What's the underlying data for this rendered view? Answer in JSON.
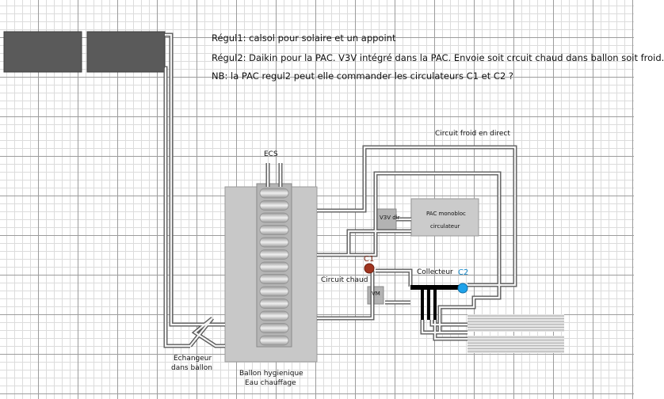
{
  "notes": {
    "regul1": "Régul1: calsol pour solaire et un appoint",
    "regul2": "Régul2: Daikin pour la PAC. V3V intégré dans la PAC. Envoie soit crcuit chaud dans ballon soit froid.",
    "nb": "NB: la PAC regul2 peut elle commander les circulateurs C1 et C2 ?"
  },
  "labels": {
    "circuit_froid": "Circuit froid en direct",
    "ecs": "ECS",
    "pac_line1": "PAC monobloc",
    "pac_line2": "circulateur",
    "v3v": "V3V dir",
    "c1": "C1",
    "c2": "C2",
    "collecteur": "Collecteur",
    "circuit_chaud": "Circuit chaud",
    "vm": "VM",
    "echangeur_line1": "Echangeur",
    "echangeur_line2": "dans ballon",
    "ballon_line1": "Ballon hygienique",
    "ballon_line2": "Eau chauffage"
  },
  "colors": {
    "solar_panel": "#5a5a5a",
    "tank": "#c8c8c8",
    "coil": "#bdbdbd",
    "pac": "#cbcbcb",
    "pipe": "#8c8c8c",
    "c1": "#a0341f",
    "c2": "#1fa2ea",
    "collector_bar": "#000000",
    "floor_heating": "#dcdcdc"
  }
}
